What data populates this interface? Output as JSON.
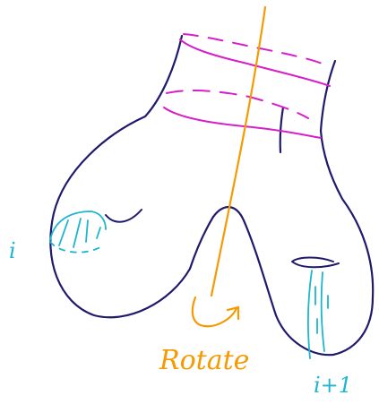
{
  "labels": {
    "left_index": "i",
    "right_index": "i+1",
    "action": "Rotate"
  },
  "colors": {
    "surface": "#1f1a6b",
    "neck_rings": "#d61fc8",
    "rotation_axis": "#f59a00",
    "hatching": "#1cb6cf"
  }
}
